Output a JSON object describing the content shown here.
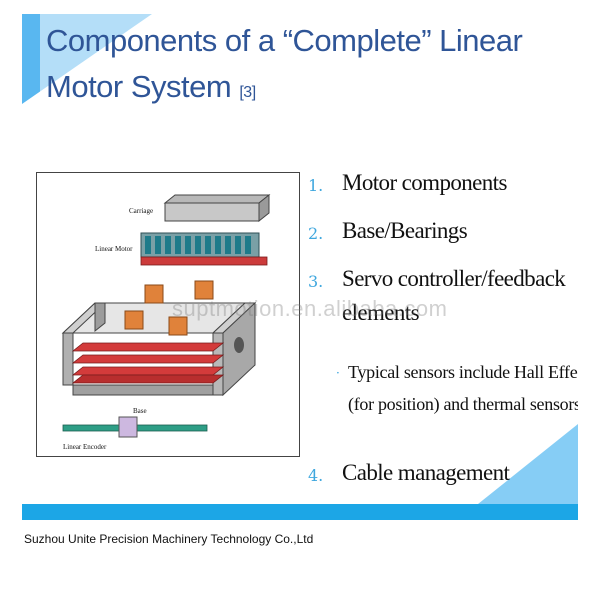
{
  "slide": {
    "title_main": "Components of a “Complete” Linear Motor System",
    "title_ref": "[3]",
    "accent_color": "#59b7f0",
    "title_color": "#2f5597"
  },
  "figure": {
    "labels": {
      "carriage": "Carriage",
      "linear_motor": "Linear Motor",
      "base": "Base",
      "linear_encoder": "Linear Encoder"
    }
  },
  "list": {
    "items": [
      {
        "number": "1.",
        "text": "Motor components"
      },
      {
        "number": "2.",
        "text": "Base/Bearings"
      },
      {
        "number": "3.",
        "text_line1": "Servo controller/feedback",
        "text_line2": "elements"
      },
      {
        "number": "4.",
        "text": "Cable management"
      }
    ],
    "sub_bullet": "·",
    "sub_item": "Typical sensors include Hall Effect (for position) and thermal sensors"
  },
  "watermark": "suptmotion.en.alibaba.com",
  "footer": {
    "company": "Suzhou Unite Precision Machinery Technology Co.,Ltd"
  }
}
